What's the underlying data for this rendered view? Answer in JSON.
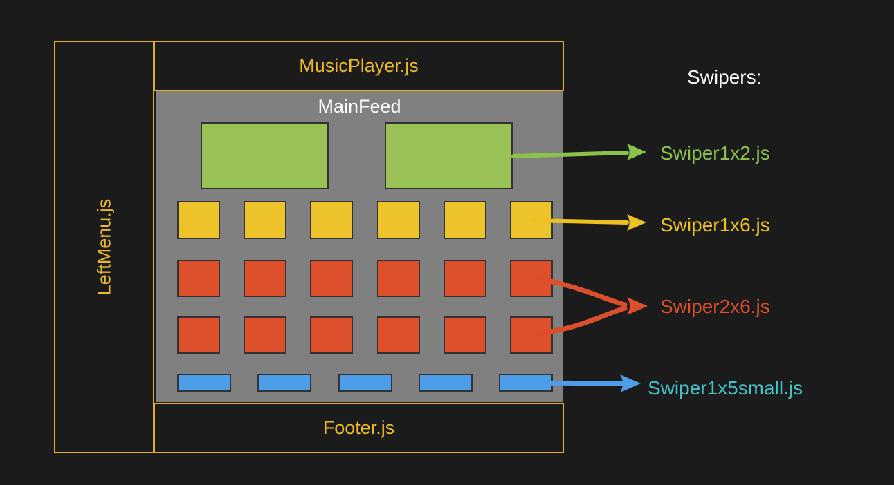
{
  "diagram": {
    "left_menu": {
      "label": "LeftMenu.js"
    },
    "music_player": {
      "label": "MusicPlayer.js"
    },
    "footer": {
      "label": "Footer.js"
    },
    "main_feed": {
      "label": "MainFeed",
      "rows": [
        {
          "name": "swiper-1x2",
          "count": 2,
          "color": "#9ac155"
        },
        {
          "name": "swiper-1x6",
          "count": 6,
          "color": "#edc32c"
        },
        {
          "name": "swiper-2x6-row-1",
          "count": 6,
          "color": "#dd502b"
        },
        {
          "name": "swiper-2x6-row-2",
          "count": 6,
          "color": "#dd502b"
        },
        {
          "name": "swiper-1x5small",
          "count": 5,
          "color": "#4d9de9"
        }
      ]
    },
    "legend": {
      "title": "Swipers:",
      "items": [
        {
          "label": "Swiper1x2.js",
          "color": "#8bc34a"
        },
        {
          "label": "Swiper1x6.js",
          "color": "#ecc21f"
        },
        {
          "label": "Swiper2x6.js",
          "color": "#dc4f2c"
        },
        {
          "label": "Swiper1x5small.js",
          "color": "#43c3c9"
        }
      ]
    },
    "colors": {
      "background": "#1b1b1b",
      "gold": "#e5ae29",
      "panel_gray": "#808080",
      "title_white": "#ffffff",
      "cell_border": "#333333"
    }
  }
}
